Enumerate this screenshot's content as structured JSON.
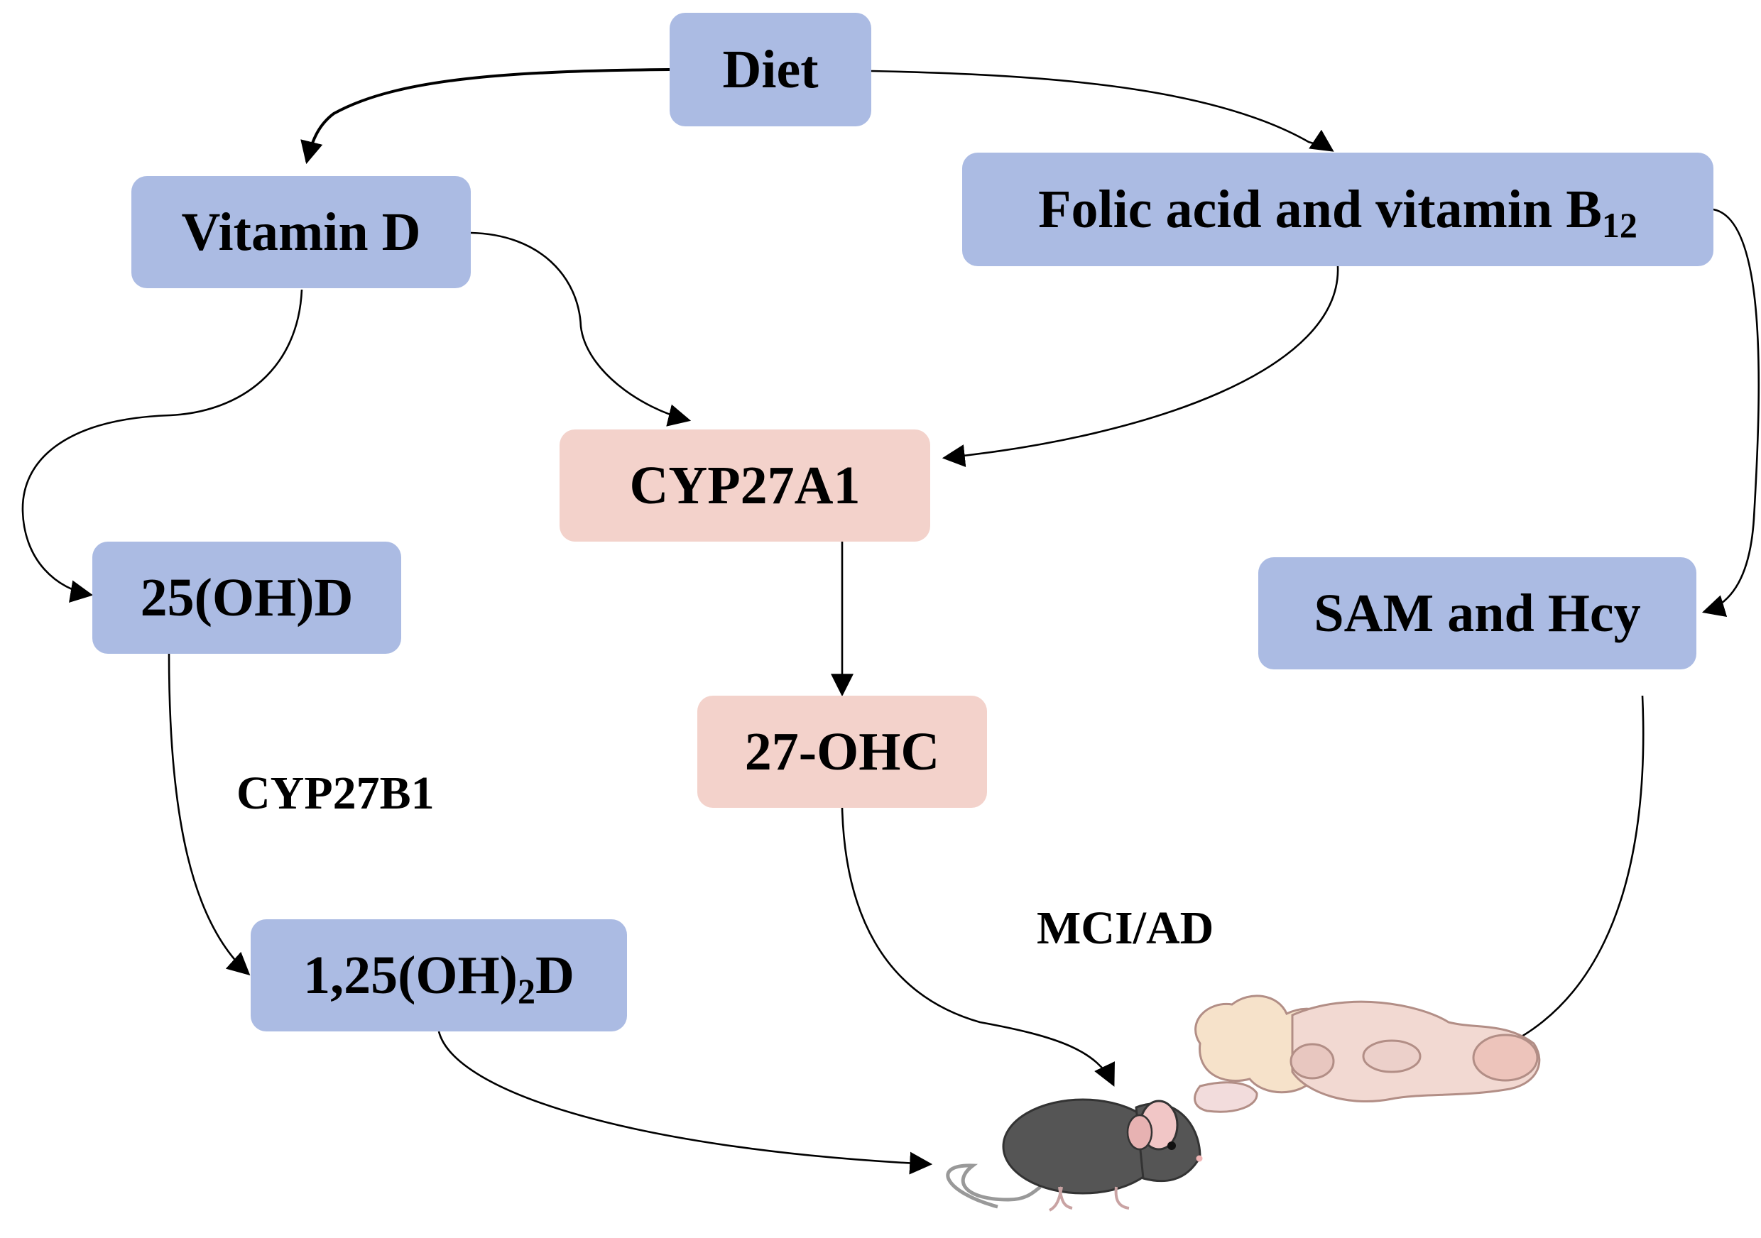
{
  "nodes": {
    "diet": "Diet",
    "vitamin_d": "Vitamin D",
    "folic_main": "Folic acid and vitamin B",
    "folic_sub": "12",
    "cyp27a1": "CYP27A1",
    "ohd25": "25(OH)D",
    "sam_hcy": "SAM and Hcy",
    "ohc27": "27-OHC",
    "calcitriol_main": "1,25(OH)",
    "calcitriol_sub": "2",
    "calcitriol_tail": "D"
  },
  "labels": {
    "cyp27b1": "CYP27B1",
    "mci_ad": "MCI/AD"
  },
  "colors": {
    "blue_box": "#abbbe3",
    "pink_box": "#f3d2cb",
    "mouse": "#555555",
    "brain": "#f2d9d2"
  },
  "icons": [
    "mouse-icon",
    "brain-icon"
  ]
}
